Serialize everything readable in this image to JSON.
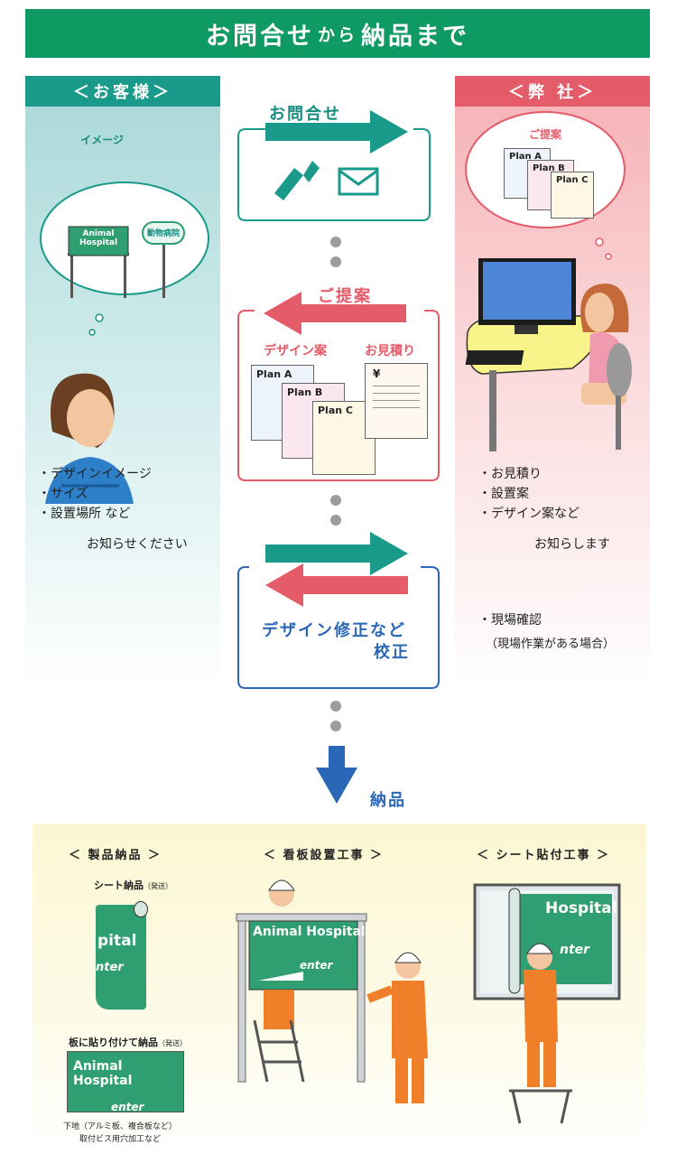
{
  "title": {
    "part1": "お問合せ",
    "part2": "から",
    "part3": "納品まで"
  },
  "customer": {
    "header": "＜お客様＞",
    "thought_title": "イメージ",
    "thought_sign1": "Animal Hospital",
    "thought_sign2": "動物病院",
    "bullets": [
      "・デザインイメージ",
      "・サイズ",
      "・設置場所 など"
    ],
    "note": "お知らせください"
  },
  "company": {
    "header": "＜弊 社＞",
    "thought_title": "ご提案",
    "plans": [
      "Plan A",
      "Plan B",
      "Plan C"
    ],
    "bullets": [
      "・お見積り",
      "・設置案",
      "・デザイン案など"
    ],
    "note": "お知らします",
    "extra_bullet": "・現場確認",
    "extra_note": "（現場作業がある場合）"
  },
  "flow": {
    "inquiry_label": "お問合せ",
    "proposal_label": "ご提案",
    "design_label": "デザイン案",
    "estimate_label": "お見積り",
    "yen": "¥",
    "plans": [
      "Plan A",
      "Plan B",
      "Plan C"
    ],
    "revision_line1": "デザイン修正など",
    "revision_line2": "校正",
    "delivery_label": "納品"
  },
  "delivery": {
    "product_head": "＜ 製品納品 ＞",
    "install_head": "＜ 看板設置工事 ＞",
    "sheet_head": "＜ シート貼付工事 ＞",
    "sheet_delivery": "シート納品",
    "shipping": "（発送）",
    "board_delivery": "板に貼り付けて納品",
    "shipping2": "（発送）",
    "sheet_text1": "pital",
    "sheet_text2": "nter",
    "board_title": "Animal Hospital",
    "board_enter": "enter",
    "base_note1": "下地（アルミ板、複合板など）",
    "base_note2": "取付ビス用穴加工など",
    "install_sign_title": "Animal Hospital",
    "install_sign_enter": "enter",
    "window_sign_title": "Hospital",
    "window_sign_enter": "nter"
  },
  "colors": {
    "green": "#0f9a63",
    "teal": "#1a9a8b",
    "red": "#e45c69",
    "blue": "#2a67b7"
  }
}
